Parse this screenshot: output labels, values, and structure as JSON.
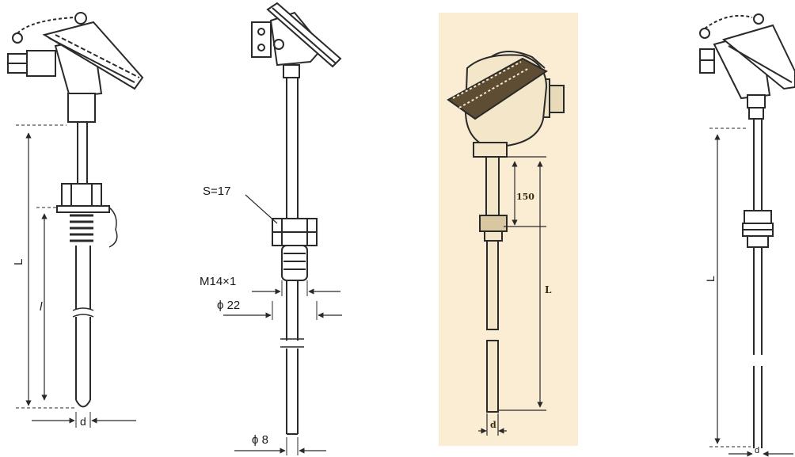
{
  "figures": [
    {
      "id": "sensor-1",
      "labels": {
        "overall_length": "L",
        "insertion_length": "l",
        "diameter": "d"
      }
    },
    {
      "id": "sensor-2",
      "labels": {
        "wrench_size": "S=17",
        "thread": "M14×1",
        "flange_diameter": "ϕ 22",
        "sheath_diameter": "ϕ 8"
      }
    },
    {
      "id": "sensor-3",
      "background_color": "#fbedd3",
      "labels": {
        "neck_length": "150",
        "insertion_length": "L",
        "diameter": "d"
      }
    },
    {
      "id": "sensor-4",
      "labels": {
        "insertion_length": "L",
        "diameter": "d"
      }
    }
  ],
  "colors": {
    "line": "#2a2a2a",
    "panel3_fill": "#fbedd3",
    "metal_dark": "#6b5a3e"
  }
}
